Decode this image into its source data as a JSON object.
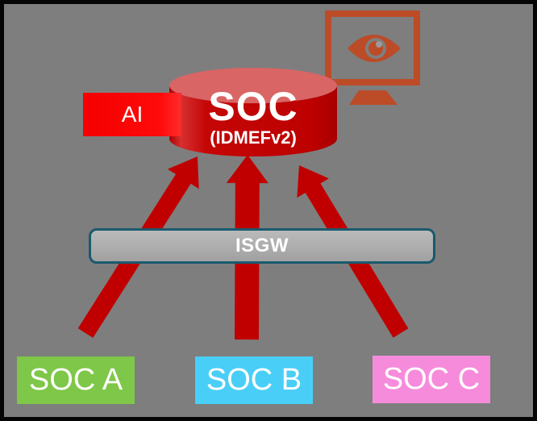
{
  "hub": {
    "title": "SOC",
    "subtitle": "(IDMEFv2)"
  },
  "ai": {
    "label": "AI"
  },
  "gateway": {
    "label": "ISGW"
  },
  "icons": {
    "monitor": "eye-monitor-icon",
    "arrows": "upward-arrow"
  },
  "sources": [
    {
      "label": "SOC A",
      "color": "#7EC748"
    },
    {
      "label": "SOC B",
      "color": "#49CFF7"
    },
    {
      "label": "SOC C",
      "color": "#F78BDB"
    }
  ],
  "colors": {
    "background": "#7E7E7E",
    "border": "#050505",
    "cylinder_body": "#C00000",
    "cylinder_top": "#D96565",
    "ai_box": "#FF0000",
    "arrow": "#C00000",
    "monitor": "#BC4B28",
    "gateway_fill": "#ADADAD",
    "gateway_border": "#1A5A6E"
  }
}
